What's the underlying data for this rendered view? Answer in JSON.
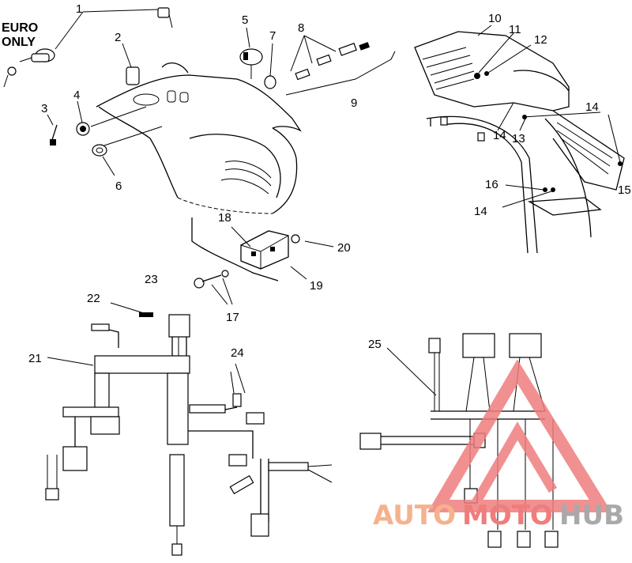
{
  "note": {
    "line1": "EURO",
    "line2": "ONLY"
  },
  "callouts": {
    "c1": "1",
    "c2": "2",
    "c3": "3",
    "c4": "4",
    "c5": "5",
    "c6": "6",
    "c7": "7",
    "c8": "8",
    "c9": "9",
    "c10": "10",
    "c11": "11",
    "c12": "12",
    "c13": "13",
    "c14a": "14",
    "c14b": "14",
    "c14c": "14",
    "c15": "15",
    "c16": "16",
    "c17": "17",
    "c18": "18",
    "c19": "19",
    "c20": "20",
    "c21": "21",
    "c22": "22",
    "c23": "23",
    "c24": "24",
    "c25": "25"
  },
  "watermark": {
    "auto": "AUTO",
    "moto": "MOTO",
    "hub": "HUB",
    "colors": {
      "auto": "#f5b28c",
      "moto": "#ef7d7d",
      "hub": "#a9a9a9",
      "triangle": "#ef7d7d"
    }
  }
}
